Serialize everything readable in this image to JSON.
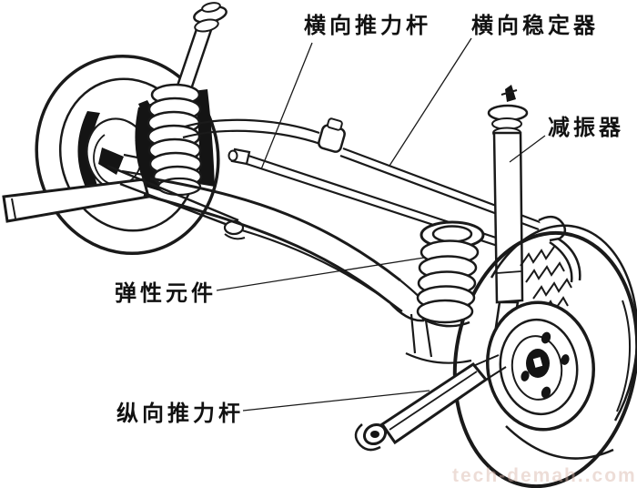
{
  "figure": {
    "background_color": "#ffffff",
    "line_color": "#1a1a1a"
  },
  "labels": {
    "lateral_thrust_rod": "横向推力杆",
    "lateral_stabilizer": "横向稳定器",
    "shock_absorber": "减振器",
    "elastic_element": "弹性元件",
    "longitudinal_thrust_rod": "纵向推力杆"
  },
  "watermark": {
    "text": "tech-demah..com",
    "color": "#d8b4a8"
  }
}
